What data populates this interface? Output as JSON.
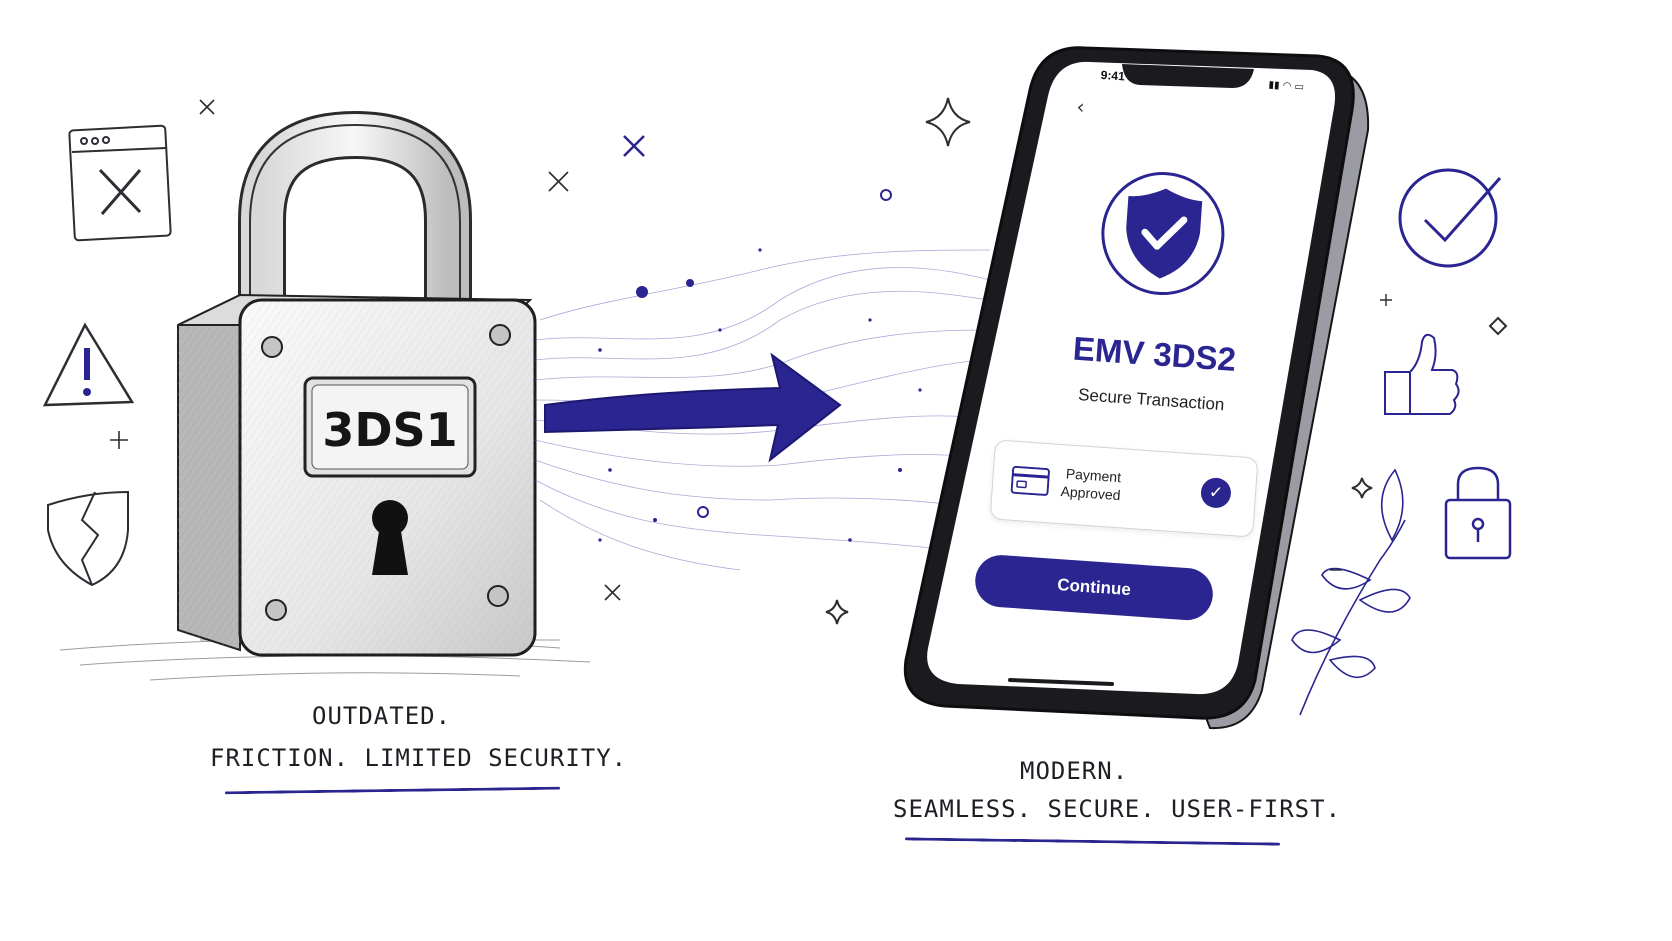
{
  "left": {
    "lock_label": "3DS1",
    "caption_line1": "OUTDATED.",
    "caption_line2": "FRICTION. LIMITED SECURITY."
  },
  "right": {
    "phone": {
      "time": "9:41",
      "title": "EMV 3DS2",
      "subtitle": "Secure Transaction",
      "payment_line1": "Payment",
      "payment_line2": "Approved",
      "button_label": "Continue"
    },
    "caption_line1": "MODERN.",
    "caption_line2": "SEAMLESS. SECURE. USER-FIRST."
  },
  "colors": {
    "accent": "#2a2590",
    "ink": "#1d1d24",
    "sketch_gray": "#6b6b70",
    "metal_light": "#f1f1f1",
    "metal_shade": "#c9c9c9"
  },
  "icons": {
    "left": [
      "browser-error-icon",
      "warning-icon",
      "broken-shield-icon"
    ],
    "right": [
      "check-circle-icon",
      "thumbs-up-icon",
      "padlock-icon",
      "leaf-branch-icon"
    ]
  }
}
